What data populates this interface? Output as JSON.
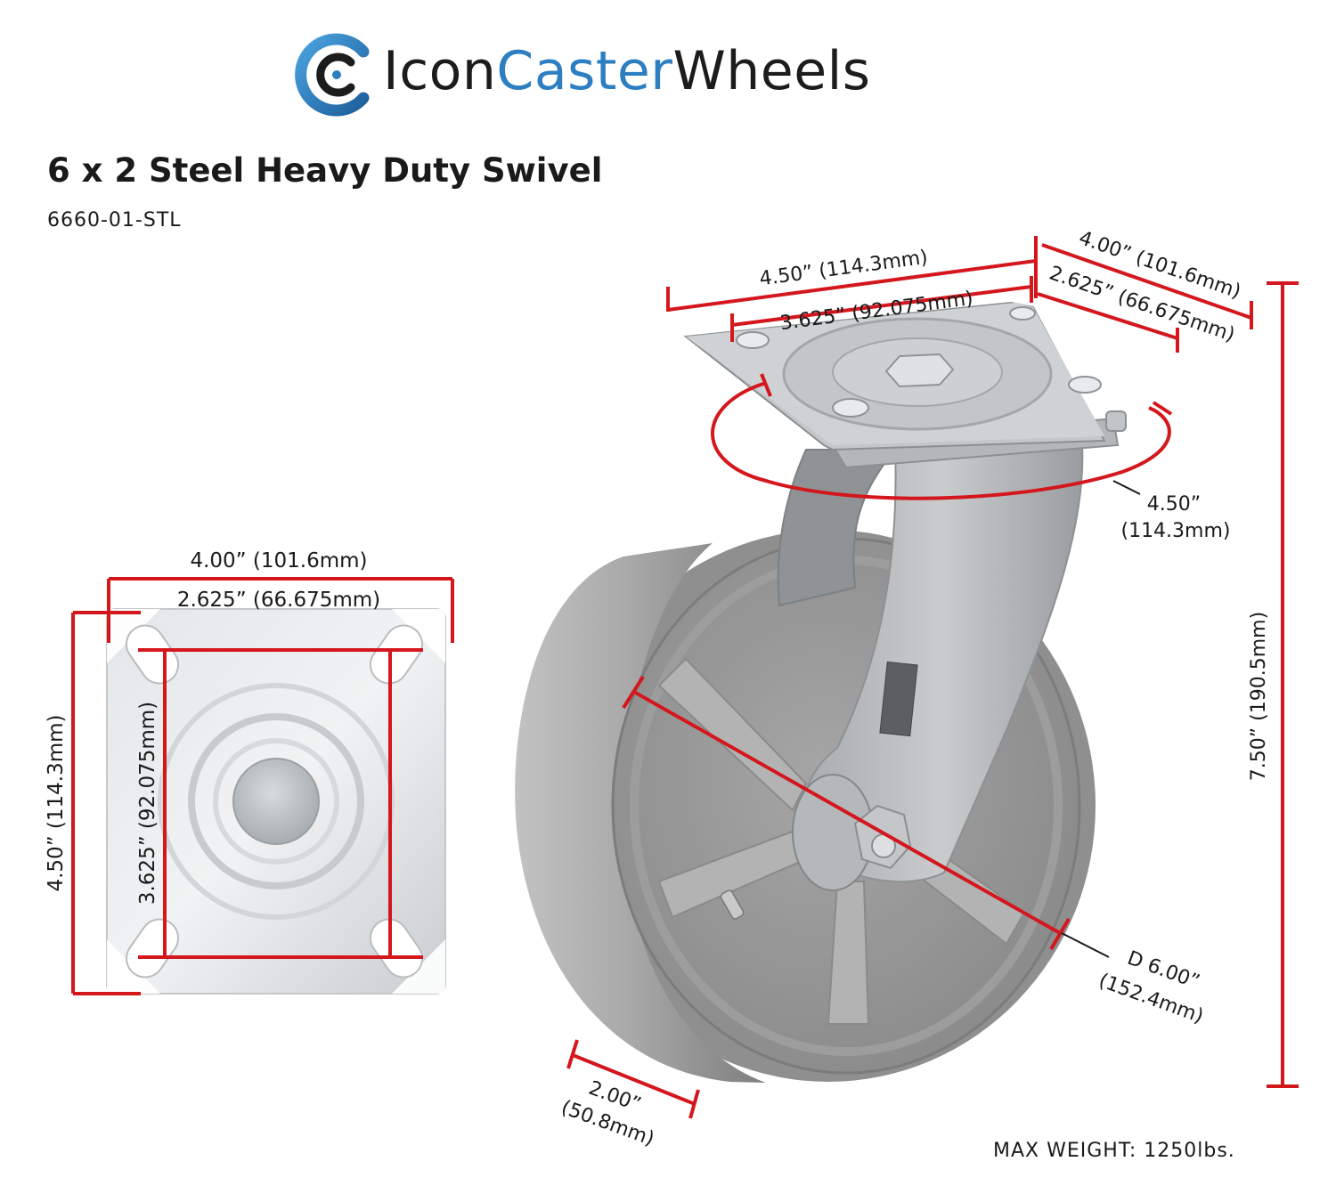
{
  "brand": {
    "part1": "Icon",
    "part2": "Caster",
    "part3": "Wheels",
    "colors": {
      "dark": "#1c1c1c",
      "blue": "#2d7fc1"
    },
    "logo_icon": "caster-logo-icon"
  },
  "product": {
    "title": "6 x 2 Steel Heavy Duty Swivel",
    "sku": "6660-01-STL",
    "max_weight": "MAX WEIGHT: 1250lbs."
  },
  "dimension_color": "#d4161d",
  "top_plate_view": {
    "width_outer": "4.00” (101.6mm)",
    "width_holes": "2.625” (66.675mm)",
    "height_outer": "4.50” (114.3mm)",
    "height_holes": "3.625” (92.075mm)"
  },
  "caster_view": {
    "plate_length": "4.50” (114.3mm)",
    "plate_hole_length": "3.625” (92.075mm)",
    "plate_width": "4.00” (101.6mm)",
    "plate_hole_width": "2.625” (66.675mm)",
    "swivel_radius_in": "4.50”",
    "swivel_radius_mm": "(114.3mm)",
    "overall_height": "7.50” (190.5mm)",
    "wheel_diameter_in": "D 6.00”",
    "wheel_diameter_mm": "(152.4mm)",
    "wheel_width_in": "2.00”",
    "wheel_width_mm": "(50.8mm)"
  }
}
